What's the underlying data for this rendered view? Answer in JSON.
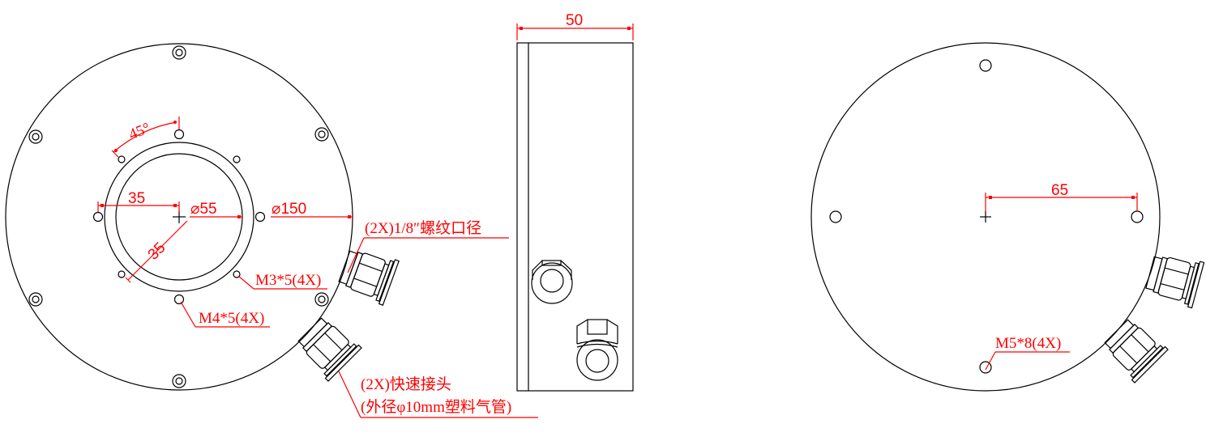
{
  "drawing": {
    "views": [
      "front-view",
      "side-view",
      "rear-view"
    ],
    "colors": {
      "geometry": "#000000",
      "dimension": "#ff0000",
      "background": "#ffffff"
    }
  },
  "front_view": {
    "angle_dim": "45°",
    "dim_horizontal_35": "35",
    "dim_diagonal_35": "35",
    "dim_inner_diameter": "⌀55",
    "dim_outer_diameter": "⌀150",
    "callout_m3": "M3*5(4X)",
    "callout_m4": "M4*5(4X)",
    "callout_thread": "(2X)1/8″螺纹口径",
    "callout_fitting_line1": "(2X)快速接头",
    "callout_fitting_line2": "(外径φ10mm塑料气管)"
  },
  "side_view": {
    "dim_width": "50"
  },
  "rear_view": {
    "dim_offset": "65",
    "callout_m5": "M5*8(4X)"
  }
}
